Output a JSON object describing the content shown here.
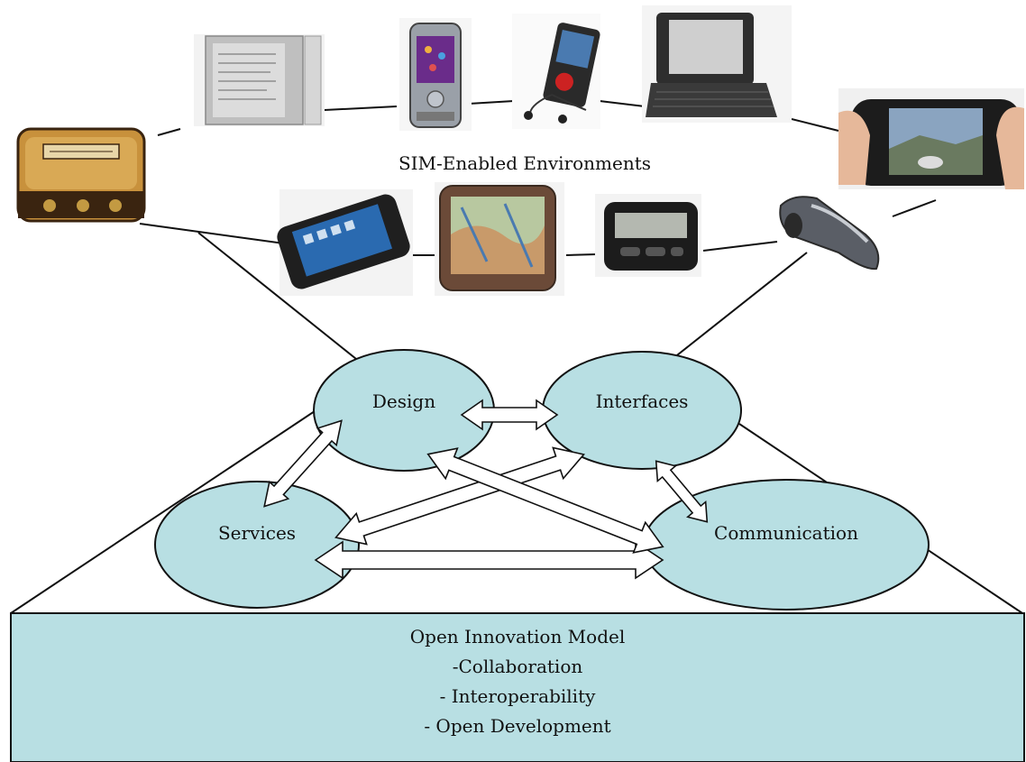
{
  "diagram": {
    "center_label": "SIM-Enabled Environments",
    "nodes": {
      "design": "Design",
      "interfaces": "Interfaces",
      "services": "Services",
      "communication": "Communication"
    },
    "box": {
      "line1": "Open Innovation Model",
      "line2": "-Collaboration",
      "line3": "- Interoperability",
      "line4": "- Open Development"
    }
  },
  "colors": {
    "ellipse_fill": "#b8dfe3",
    "box_fill": "#b8dfe3",
    "stroke": "#111111"
  },
  "devices": [
    "vintage-radio",
    "e-reader",
    "slider-phone",
    "media-player-with-earbuds",
    "netbook",
    "handheld-game-console",
    "pda-device",
    "gps-navigator",
    "pager",
    "bluetooth-headset"
  ]
}
